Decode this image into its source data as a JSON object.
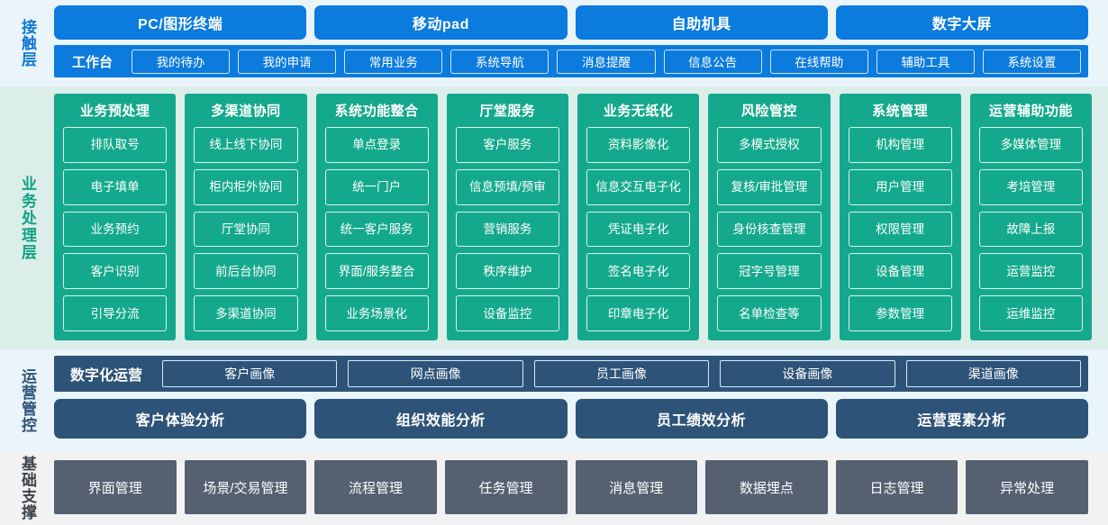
{
  "layers": [
    {
      "id": "contact",
      "label": "接触层",
      "channels": [
        "PC/图形终端",
        "移动pad",
        "自助机具",
        "数字大屏"
      ],
      "workbench_title": "工作台",
      "workbench_items": [
        "我的待办",
        "我的申请",
        "常用业务",
        "系统导航",
        "消息提醒",
        "信息公告",
        "在线帮助",
        "辅助工具",
        "系统设置"
      ]
    },
    {
      "id": "business",
      "label": "业务处理层",
      "columns": [
        {
          "title": "业务预处理",
          "items": [
            "排队取号",
            "电子填单",
            "业务预约",
            "客户识别",
            "引导分流"
          ]
        },
        {
          "title": "多渠道协同",
          "items": [
            "线上线下协同",
            "柜内柜外协同",
            "厅堂协同",
            "前后台协同",
            "多渠道协同"
          ]
        },
        {
          "title": "系统功能整合",
          "items": [
            "单点登录",
            "统一门户",
            "统一客户服务",
            "界面/服务整合",
            "业务场景化"
          ]
        },
        {
          "title": "厅堂服务",
          "items": [
            "客户服务",
            "信息预填/预审",
            "营销服务",
            "秩序维护",
            "设备监控"
          ]
        },
        {
          "title": "业务无纸化",
          "items": [
            "资料影像化",
            "信息交互电子化",
            "凭证电子化",
            "签名电子化",
            "印章电子化"
          ]
        },
        {
          "title": "风险管控",
          "items": [
            "多模式授权",
            "复核/审批管理",
            "身份核查管理",
            "冠字号管理",
            "名单检查等"
          ]
        },
        {
          "title": "系统管理",
          "items": [
            "机构管理",
            "用户管理",
            "权限管理",
            "设备管理",
            "参数管理"
          ]
        },
        {
          "title": "运营辅助功能",
          "items": [
            "多媒体管理",
            "考培管理",
            "故障上报",
            "运营监控",
            "运维监控"
          ]
        }
      ]
    },
    {
      "id": "ops",
      "label": "运营管控",
      "portrait_title": "数字化运营",
      "portrait_items": [
        "客户画像",
        "网点画像",
        "员工画像",
        "设备画像",
        "渠道画像"
      ],
      "analysis_items": [
        "客户体验分析",
        "组织效能分析",
        "员工绩效分析",
        "运营要素分析"
      ]
    },
    {
      "id": "base",
      "label": "基础支撑",
      "items": [
        "界面管理",
        "场景/交易管理",
        "流程管理",
        "任务管理",
        "消息管理",
        "数据埋点",
        "日志管理",
        "异常处理"
      ]
    }
  ],
  "colors": {
    "contact_bg": "#eaf4fb",
    "contact_accent": "#0b7bdd",
    "business_bg": "#dceee9",
    "business_accent": "#14a98c",
    "ops_bg": "#eaf4fb",
    "ops_accent": "#2e5378",
    "base_bg": "#f2f2f2",
    "base_accent": "#556070"
  }
}
